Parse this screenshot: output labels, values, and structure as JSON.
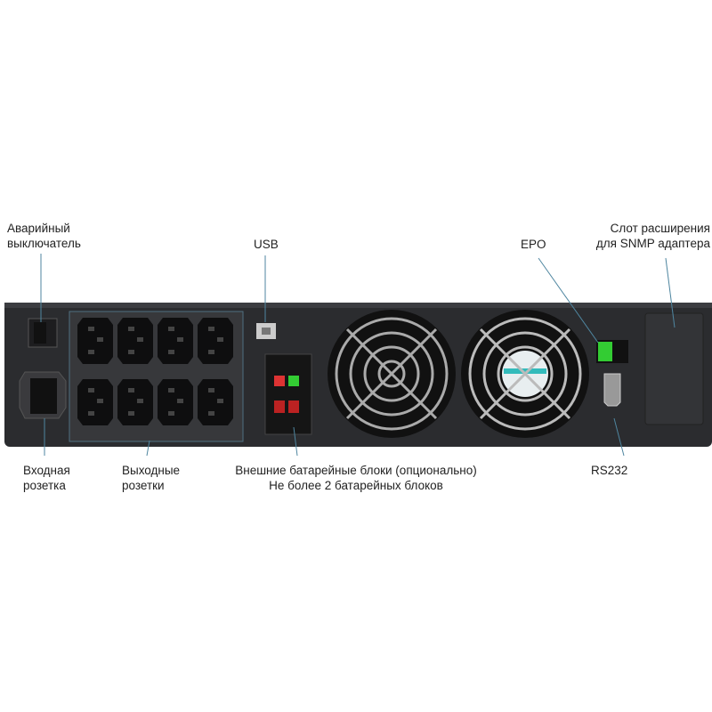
{
  "labels": {
    "emergency_switch": [
      "Аварийный",
      "выключатель"
    ],
    "usb": "USB",
    "epo": "EPO",
    "snmp_slot": [
      "Слот расширения",
      "для SNMP адаптера"
    ],
    "input_socket": [
      "Входная",
      "розетка"
    ],
    "output_sockets": [
      "Выходные",
      "розетки"
    ],
    "battery": [
      "Внешние батарейные блоки (опционально)",
      "Не более 2 батарейных блоков"
    ],
    "rs232": "RS232"
  },
  "colors": {
    "panel": "#2b2c2f",
    "leader": "#4f86a0",
    "battery_red": "#d33",
    "epo_green": "#3c3"
  }
}
